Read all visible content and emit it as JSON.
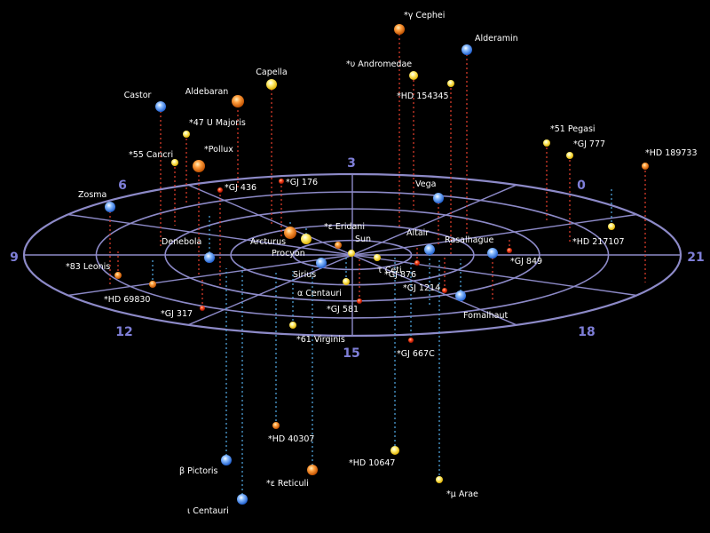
{
  "ra_hours": [
    "0",
    "3",
    "6",
    "9",
    "12",
    "15",
    "18",
    "21"
  ],
  "colors": {
    "background": "#000000",
    "disk": "#8d8ac8",
    "dashed_red": "#d83a2a",
    "dashed_blue": "#4ea0d8",
    "star_blue": "#4a8cff",
    "star_yellow": "#ffe14a",
    "star_orange": "#ff9a30",
    "star_red": "#ff3a1a",
    "label": "#ffffff",
    "hour_label": "#7f7fd8"
  },
  "stars": [
    {
      "name": "*γ Cephei",
      "color": "orange"
    },
    {
      "name": "Alderamin",
      "color": "blue"
    },
    {
      "name": "*υ Andromedae",
      "color": "yellow"
    },
    {
      "name": "*HD 154345",
      "color": "yellow"
    },
    {
      "name": "Capella",
      "color": "yellow"
    },
    {
      "name": "Castor",
      "color": "blue"
    },
    {
      "name": "Aldebaran",
      "color": "orange"
    },
    {
      "name": "*47 U Majoris",
      "color": "yellow"
    },
    {
      "name": "*Pollux",
      "color": "orange"
    },
    {
      "name": "*55 Cancri",
      "color": "yellow"
    },
    {
      "name": "*GJ 436",
      "color": "red"
    },
    {
      "name": "*GJ 176",
      "color": "red"
    },
    {
      "name": "*51 Pegasi",
      "color": "yellow"
    },
    {
      "name": "*GJ 777",
      "color": "yellow"
    },
    {
      "name": "*HD 189733",
      "color": "orange"
    },
    {
      "name": "Zosma",
      "color": "blue"
    },
    {
      "name": "Vega",
      "color": "blue"
    },
    {
      "name": "*ε Eridani",
      "color": "orange"
    },
    {
      "name": "Sun",
      "color": "yellow"
    },
    {
      "name": "Altair",
      "color": "blue"
    },
    {
      "name": "Rasalhague",
      "color": "blue"
    },
    {
      "name": "Arcturus",
      "color": "orange"
    },
    {
      "name": "Procyon",
      "color": "yellow"
    },
    {
      "name": "Denebola",
      "color": "blue"
    },
    {
      "name": "*HD 217107",
      "color": "yellow"
    },
    {
      "name": "*GJ 849",
      "color": "red"
    },
    {
      "name": "*83 Leonis",
      "color": "orange"
    },
    {
      "name": "Sirius",
      "color": "blue"
    },
    {
      "name": "τ Ceti",
      "color": "yellow"
    },
    {
      "name": "*GJ 876",
      "color": "red"
    },
    {
      "name": "*GJ 1214",
      "color": "red"
    },
    {
      "name": "α Centauri",
      "color": "yellow"
    },
    {
      "name": "*HD 69830",
      "color": "orange"
    },
    {
      "name": "*GJ 581",
      "color": "red"
    },
    {
      "name": "Fomalhaut",
      "color": "blue"
    },
    {
      "name": "*GJ 317",
      "color": "red"
    },
    {
      "name": "*61 Virginis",
      "color": "yellow"
    },
    {
      "name": "*GJ 667C",
      "color": "red"
    },
    {
      "name": "*HD 40307",
      "color": "orange"
    },
    {
      "name": "*HD 10647",
      "color": "yellow"
    },
    {
      "name": "β Pictoris",
      "color": "blue"
    },
    {
      "name": "*ε Reticuli",
      "color": "orange"
    },
    {
      "name": "*μ Arae",
      "color": "yellow"
    },
    {
      "name": "ι Centauri",
      "color": "blue"
    }
  ]
}
